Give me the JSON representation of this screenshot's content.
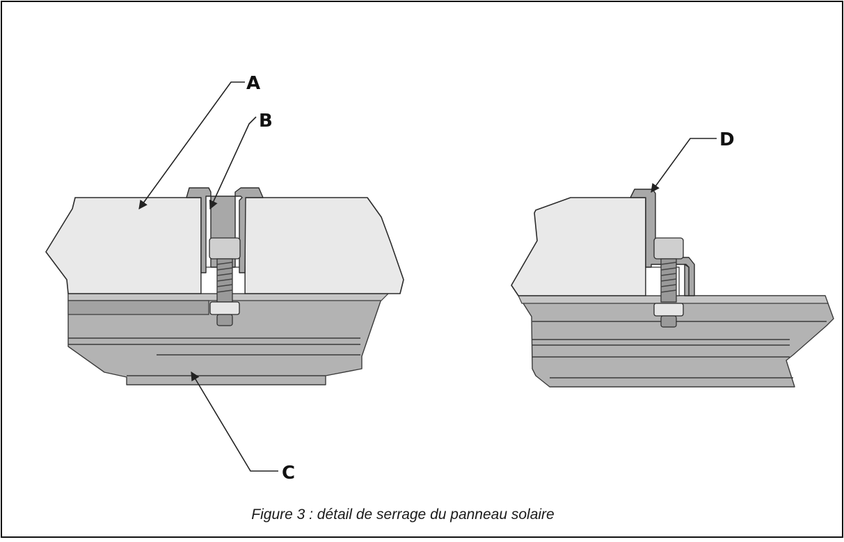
{
  "figure": {
    "caption": "Figure 3 : détail de serrage du panneau solaire",
    "callouts": {
      "a": "A",
      "b": "B",
      "c": "C",
      "d": "D"
    }
  }
}
